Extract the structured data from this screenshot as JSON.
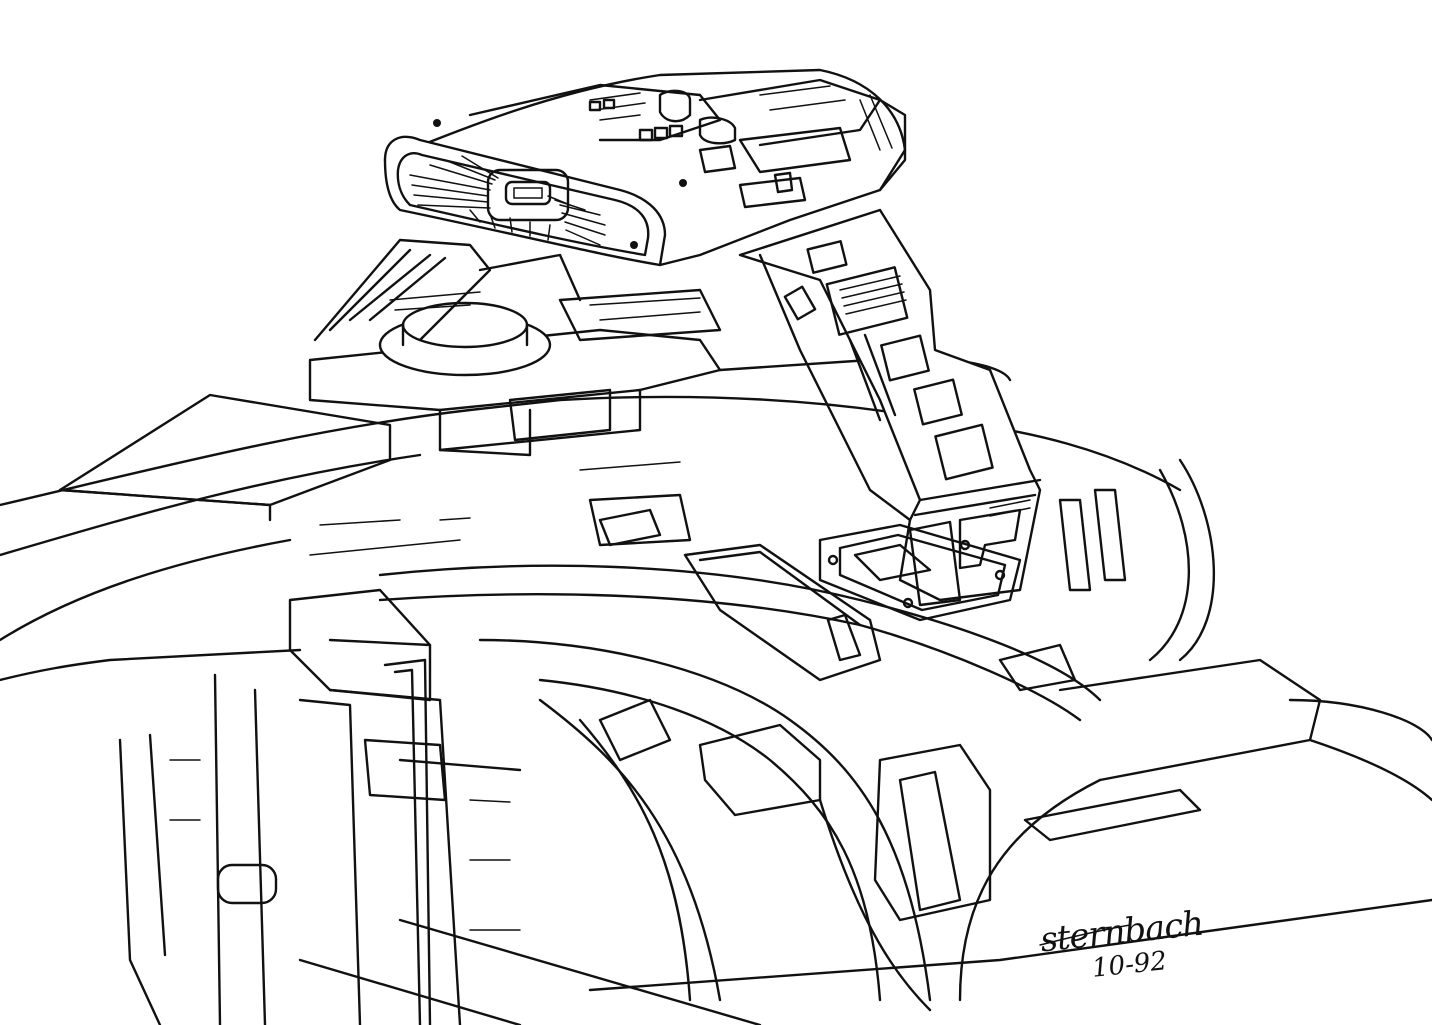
{
  "illustration": {
    "subject": "line-drawing-console-with-overhead-display-arm"
  },
  "signature": {
    "name": "sternbach",
    "date": "10-92"
  }
}
